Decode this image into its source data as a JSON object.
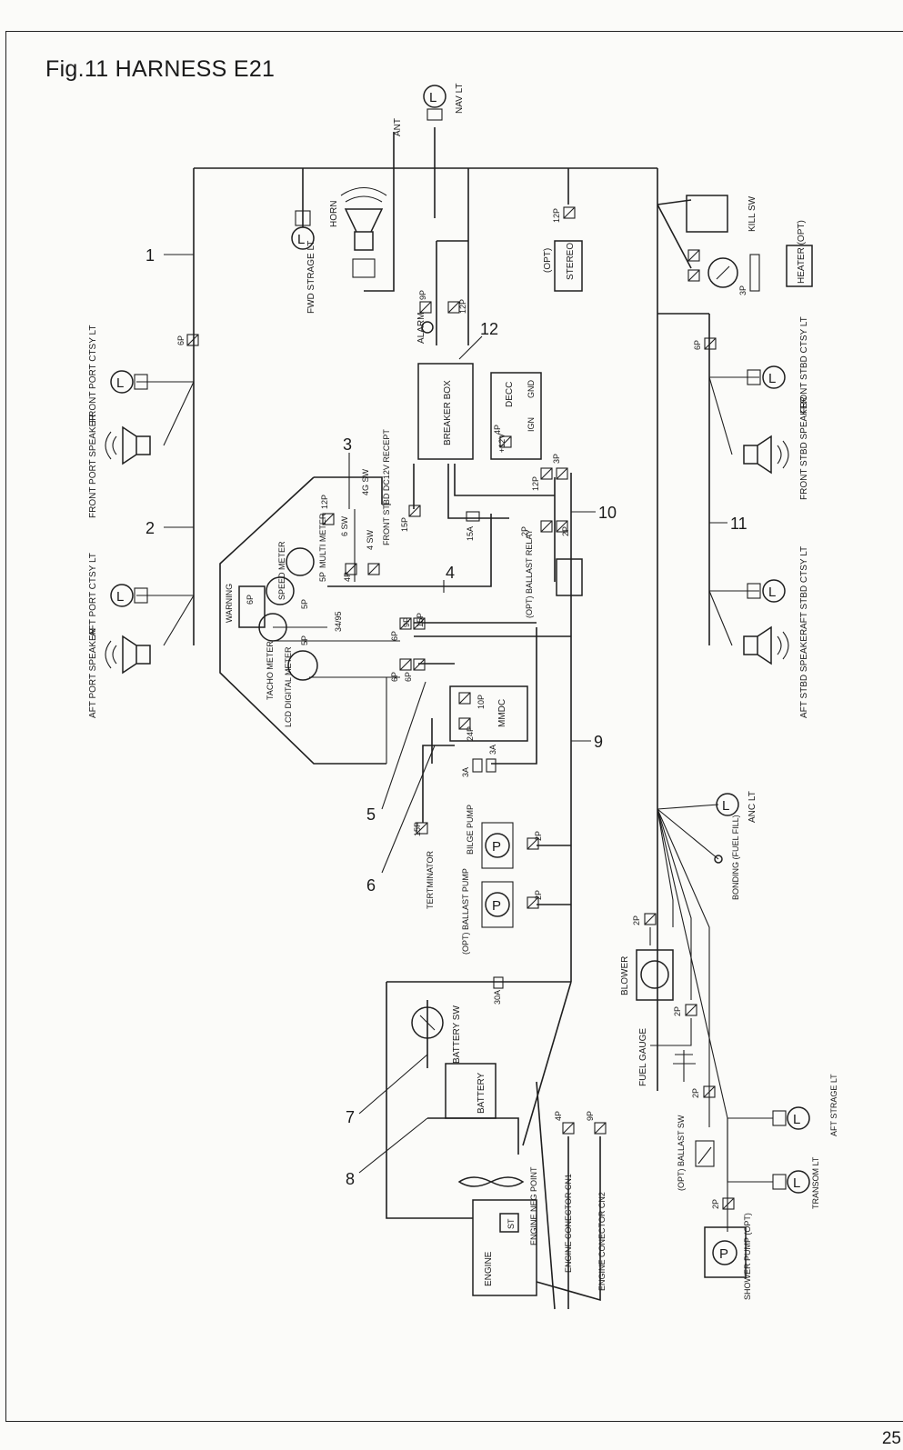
{
  "page": {
    "title": "Fig.11 HARNESS E21",
    "page_number": "25"
  },
  "callouts": [
    "1",
    "2",
    "3",
    "4",
    "5",
    "6",
    "7",
    "8",
    "9",
    "10",
    "11",
    "12"
  ],
  "components": {
    "nav_lt": "NAV LT",
    "ant": "ANT",
    "fwd_strage_lt": "FWD STRAGE LT",
    "horn": "HORN",
    "stereo": "STEREO",
    "stereo_opt": "(OPT)",
    "kill_sw": "KILL SW",
    "heater": "HEATER (OPT)",
    "alarm": "ALARM",
    "breaker_box": "BREAKER BOX",
    "decc": "DECC",
    "decc_gnd": "GND",
    "decc_ign": "IGN",
    "decc_12v": "+12V",
    "front_port_ctsy_lt": "FRONT PORT CTSY LT",
    "front_port_speaker": "FRONT PORT SPEAKER",
    "aft_port_ctsy_lt": "AFT PORT CTSY LT",
    "aft_port_speaker": "AFT PORT SPEAKER",
    "front_stbd_ctsy_lt": "FRONT STBD CTSY LT",
    "front_stbd_speaker": "FRONT STBD SPEAKER",
    "aft_stbd_ctsy_lt": "AFT STBD CTSY LT",
    "aft_stbd_speaker": "AFT STBD SPEAKER",
    "front_stbd_dc12v_recept": "FRONT STBD DC12V RECEPT",
    "sw_6": "6 SW",
    "sw_4": "4 SW",
    "sw_4g": "4G SW",
    "multi_meter": "MULTI METER",
    "speed_meter": "SPEED METER",
    "warning": "WARNING",
    "tacho_meter": "TACHO METER",
    "lcd_digital_meter": "LCD DIGITAL METER",
    "ballast_relay": "(OPT) BALLAST RELAY",
    "mmdc": "MMDC",
    "terminator": "TERTMINATOR",
    "bilge_pump": "BILGE PUMP",
    "ballast_pump": "(OPT) BALLAST PUMP",
    "battery_sw": "BATTERY SW",
    "battery": "BATTERY",
    "engine": "ENGINE",
    "engine_st": "ST",
    "engine_neg_point": "ENGINE NEG POINT",
    "engine_conector_cn1": "ENGINE CONECTOR CN1",
    "engine_conector_cn2": "ENGINE CONECTOR CN2",
    "anc_lt": "ANC LT",
    "bonding": "BONDING (FUEL FILL)",
    "blower": "BLOWER",
    "fuel_gauge": "FUEL GAUGE",
    "ballast_sw": "(OPT) BALLAST SW",
    "aft_strage_lt": "AFT STRAGE LT",
    "transom_lt": "TRANSOM LT",
    "shower_pump": "SHOWER PUMP (OPT)",
    "lamp_symbol": "L",
    "pump_symbol": "P"
  },
  "connectors": {
    "p2": "2P",
    "p3": "3P",
    "p4": "4P",
    "p5": "5P",
    "p6": "6P",
    "p9": "9P",
    "p10": "10P",
    "p12": "12P",
    "p15": "15P",
    "p24": "24P",
    "p34": "34/95"
  },
  "fuses": {
    "f15a": "15A",
    "f3a": "3A",
    "f30a": "30A"
  }
}
